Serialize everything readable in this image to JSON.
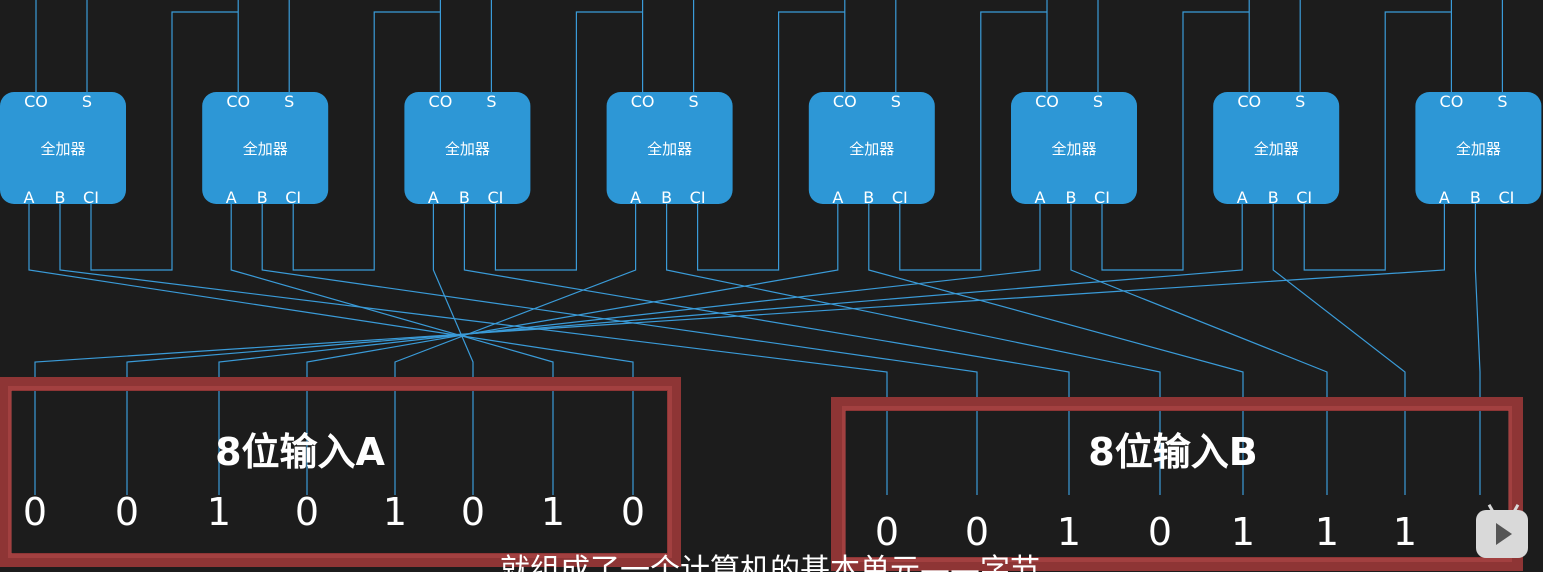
{
  "adder": {
    "label": "全加器",
    "pins": {
      "co": "CO",
      "s": "S",
      "a": "A",
      "b": "B",
      "ci": "CI"
    },
    "count": 8
  },
  "input_a": {
    "title": "8位输入A",
    "bits": [
      "0",
      "0",
      "1",
      "0",
      "1",
      "0",
      "1",
      "0"
    ]
  },
  "input_b": {
    "title": "8位输入B",
    "bits": [
      "0",
      "0",
      "1",
      "0",
      "1",
      "1",
      "1"
    ]
  },
  "caption": "就组成了一个计算机的基本单元——字节",
  "colors": {
    "wire": "#3a9bd8",
    "adder": "#2d97d6",
    "frame": "#8e3535",
    "background": "#1c1c1c"
  },
  "icons": {
    "badge": "play-icon"
  }
}
